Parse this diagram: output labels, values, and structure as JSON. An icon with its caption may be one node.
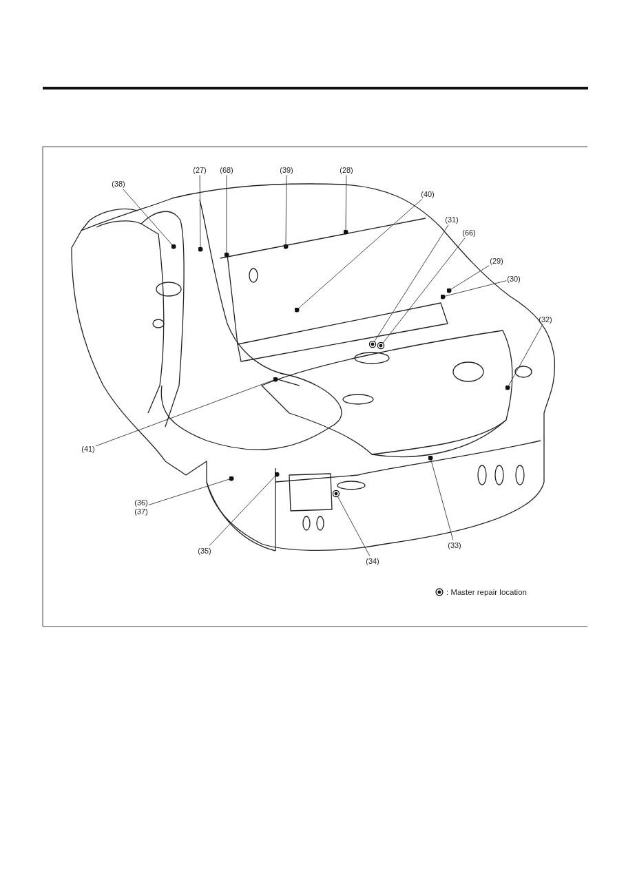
{
  "diagram": {
    "nodes": [
      {
        "text": [
          "(38)"
        ]
      },
      {
        "text": [
          "(27)"
        ]
      },
      {
        "text": [
          "(68)"
        ]
      },
      {
        "text": [
          "(39)"
        ]
      },
      {
        "text": [
          "(28)"
        ]
      },
      {
        "text": [
          "(40)"
        ]
      },
      {
        "text": [
          "(31)"
        ]
      },
      {
        "text": [
          "(66)"
        ]
      },
      {
        "text": [
          "(29)"
        ]
      },
      {
        "text": [
          "(30)"
        ]
      },
      {
        "text": [
          "(32)"
        ]
      },
      {
        "text": [
          "(41)"
        ]
      },
      {
        "text": [
          "(36)",
          "(37)"
        ]
      },
      {
        "text": [
          "(35)"
        ]
      },
      {
        "text": [
          "(33)"
        ]
      },
      {
        "text": [
          "(34)"
        ]
      }
    ],
    "edges": [
      {
        "from": 0,
        "to": null,
        "arrow": "other"
      },
      {
        "from": 1,
        "to": null,
        "arrow": "other"
      },
      {
        "from": 2,
        "to": null,
        "arrow": "other"
      },
      {
        "from": 3,
        "to": null,
        "arrow": "other"
      },
      {
        "from": 4,
        "to": null,
        "arrow": "other"
      },
      {
        "from": 5,
        "to": null,
        "arrow": "other"
      },
      {
        "from": 6,
        "to": null,
        "arrow": "other"
      },
      {
        "from": 7,
        "to": null,
        "arrow": "other"
      },
      {
        "from": 8,
        "to": null,
        "arrow": "other"
      },
      {
        "from": 9,
        "to": null,
        "arrow": "other"
      },
      {
        "from": 10,
        "to": null,
        "arrow": "other"
      },
      {
        "from": 11,
        "to": null,
        "arrow": "other"
      },
      {
        "from": 12,
        "to": null,
        "arrow": "other"
      },
      {
        "from": 13,
        "to": null,
        "arrow": "other"
      },
      {
        "from": 14,
        "to": null,
        "arrow": "other"
      },
      {
        "from": 15,
        "to": null,
        "arrow": "other"
      }
    ],
    "legend": [
      {
        "text": ": Master repair location"
      }
    ]
  }
}
